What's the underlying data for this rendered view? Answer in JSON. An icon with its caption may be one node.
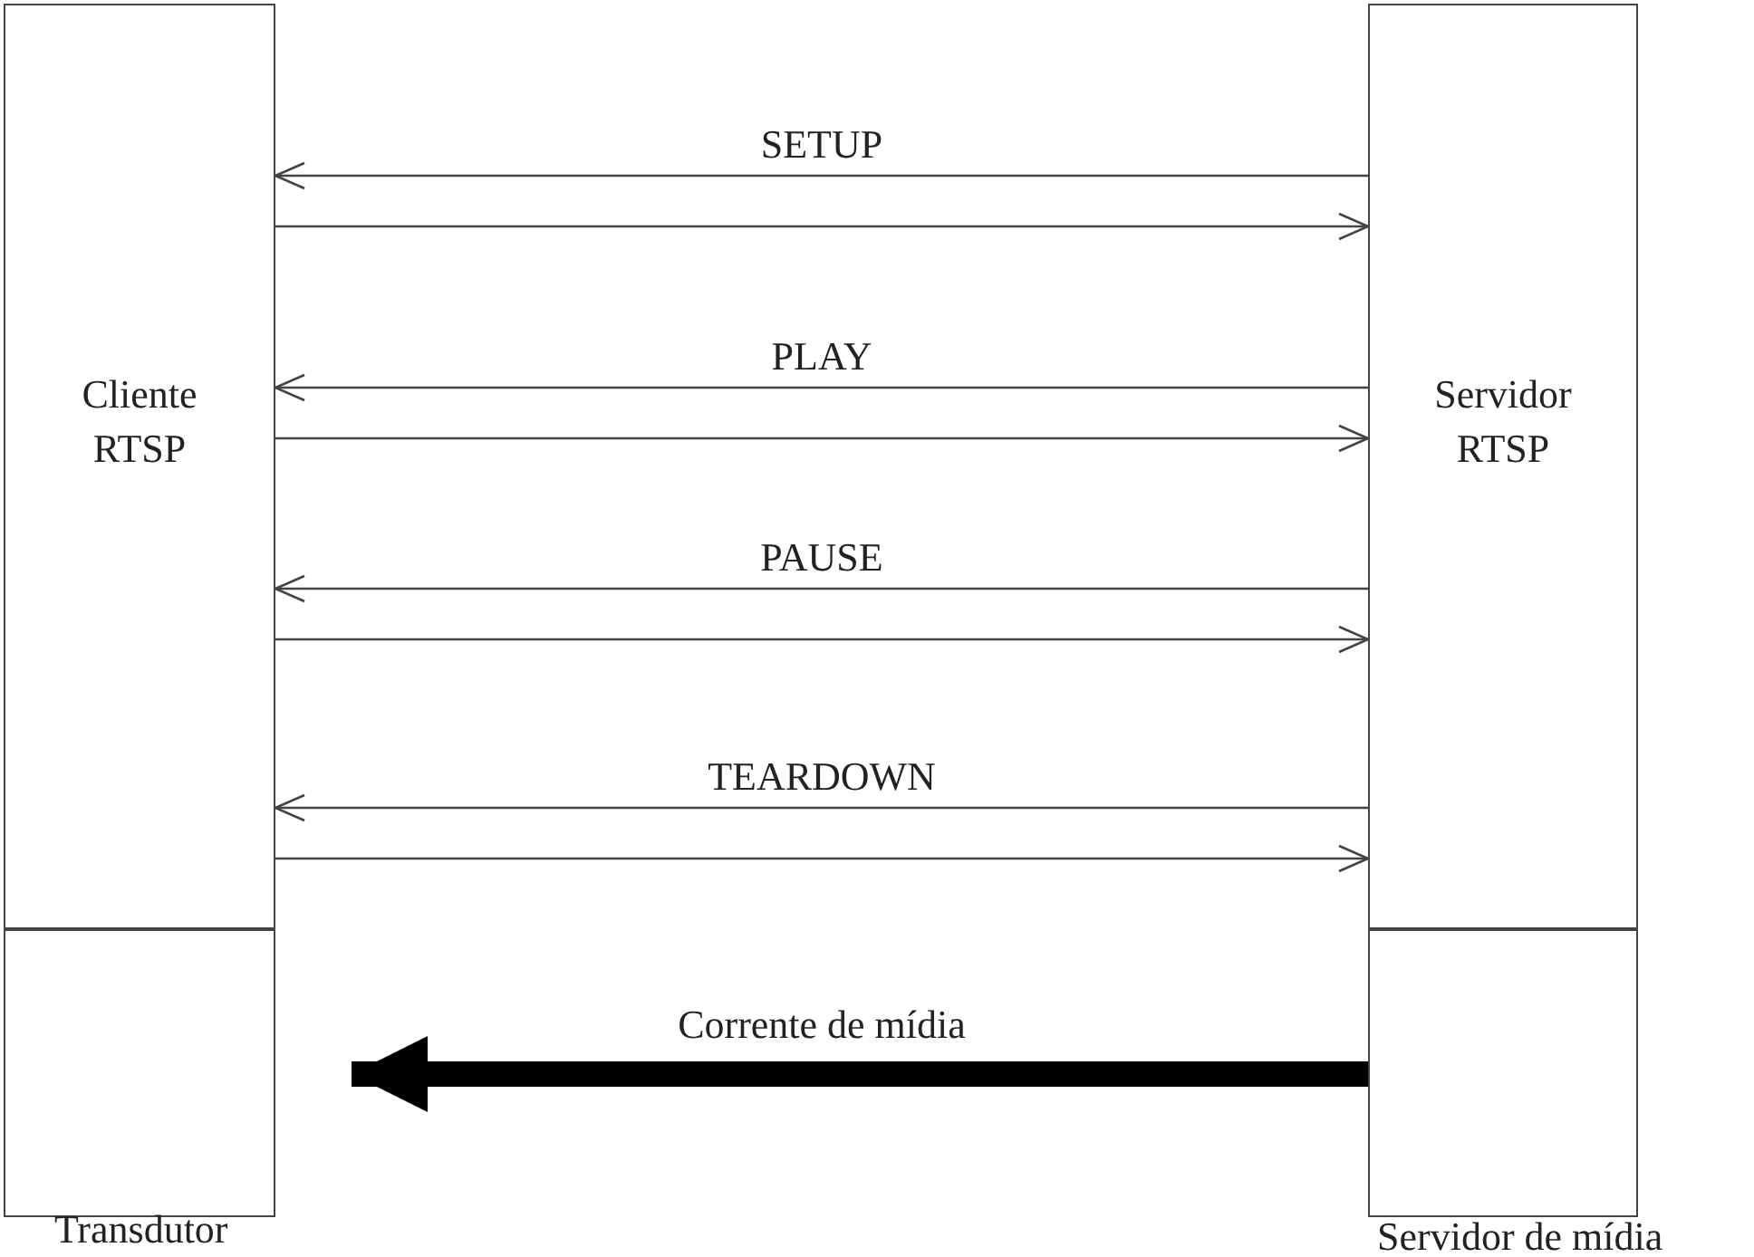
{
  "diagram": {
    "nodes": [
      {
        "text": [
          "Cliente RTSP"
        ]
      },
      {
        "text": [],
        "shape": "box",
        "beside": [
          "Transdutor"
        ]
      },
      {
        "text": [
          "Servidor RTSP"
        ]
      },
      {
        "text": [],
        "shape": "box",
        "beside": [
          "Servidor de mídia"
        ]
      }
    ],
    "edges": [
      {
        "from": 2,
        "to": 0,
        "arrow": "to",
        "label": "SETUP"
      },
      {
        "from": 0,
        "to": 2,
        "arrow": "to"
      },
      {
        "from": 2,
        "to": 0,
        "arrow": "to",
        "label": "PLAY"
      },
      {
        "from": 0,
        "to": 2,
        "arrow": "to"
      },
      {
        "from": 2,
        "to": 0,
        "arrow": "to",
        "label": "PAUSE"
      },
      {
        "from": 0,
        "to": 2,
        "arrow": "to"
      },
      {
        "from": 2,
        "to": 0,
        "arrow": "to",
        "label": "TEARDOWN"
      },
      {
        "from": 0,
        "to": 2,
        "arrow": "to"
      },
      {
        "from": 3,
        "to": 1,
        "arrow": "to",
        "label": "Corrente de mídia",
        "style": "thick"
      }
    ]
  }
}
